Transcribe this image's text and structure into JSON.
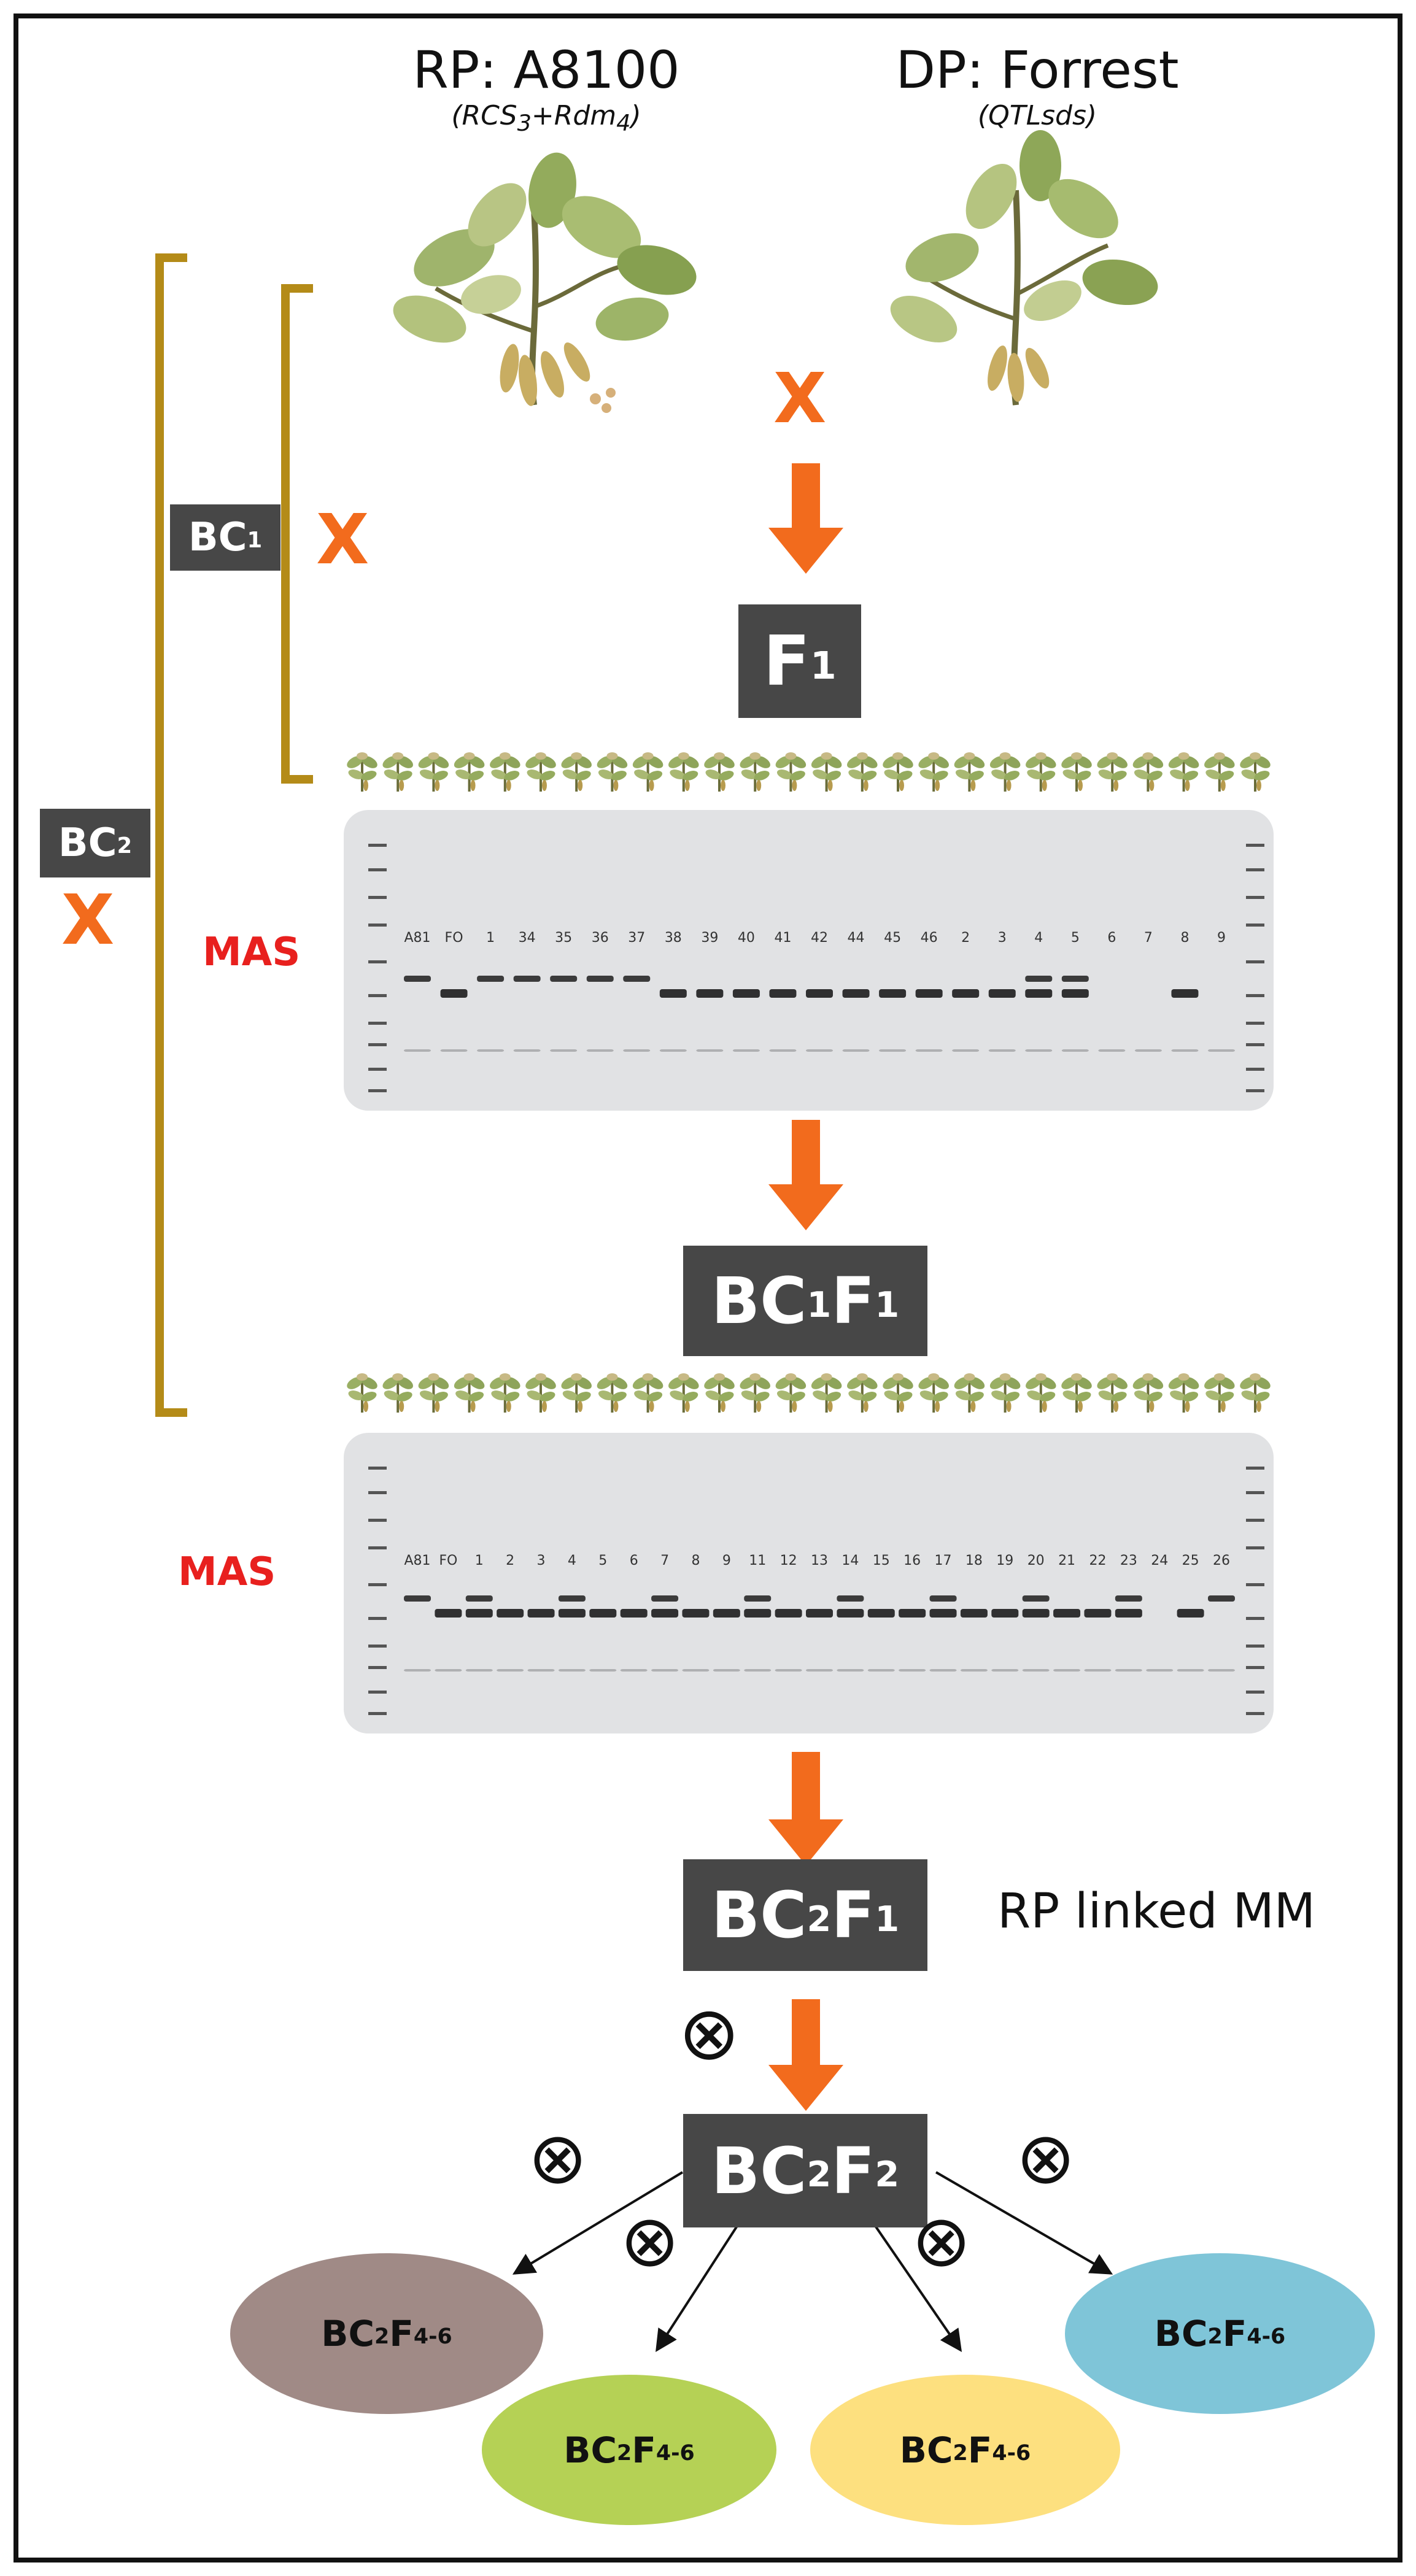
{
  "parents": {
    "rp": {
      "title": "RP: A8100",
      "genes_html": "(RCS<sub>3</sub>+Rdm<sub>4</sub>)"
    },
    "dp": {
      "title": "DP: Forrest",
      "genes_text": "(QTLsds)"
    }
  },
  "cross_symbol": "X",
  "mas_label": "MAS",
  "brackets": {
    "bc1": {
      "base": "BC",
      "sub": "1"
    },
    "bc2": {
      "base": "BC",
      "sub": "2"
    }
  },
  "generations": {
    "f1": {
      "base": "F",
      "sub": "1"
    },
    "bc1f1": {
      "b1": "BC",
      "s1": "1",
      "b2": "F",
      "s2": "1"
    },
    "bc2f1": {
      "b1": "BC",
      "s1": "2",
      "b2": "F",
      "s2": "1"
    },
    "bc2f2": {
      "b1": "BC",
      "s1": "2",
      "b2": "F",
      "s2": "2"
    }
  },
  "rp_linked_label": "RP linked MM",
  "selfing_symbol": "⊗",
  "lines": [
    {
      "b1": "BC",
      "s1": "2",
      "b2": "F",
      "s2": "4-6",
      "color": "#a08a86"
    },
    {
      "b1": "BC",
      "s1": "2",
      "b2": "F",
      "s2": "4-6",
      "color": "#b5d155"
    },
    {
      "b1": "BC",
      "s1": "2",
      "b2": "F",
      "s2": "4-6",
      "color": "#fde07f"
    },
    {
      "b1": "BC",
      "s1": "2",
      "b2": "F",
      "s2": "4-6",
      "color": "#7fc5d8"
    }
  ],
  "gel1": {
    "lanes": [
      "A81",
      "FO",
      "1",
      "34",
      "35",
      "36",
      "37",
      "38",
      "39",
      "40",
      "41",
      "42",
      "44",
      "45",
      "46",
      "2",
      "3",
      "4",
      "5",
      "6",
      "7",
      "8",
      "9"
    ]
  },
  "gel2": {
    "lanes": [
      "A81",
      "FO",
      "1",
      "2",
      "3",
      "4",
      "5",
      "6",
      "7",
      "8",
      "9",
      "11",
      "12",
      "13",
      "14",
      "15",
      "16",
      "17",
      "18",
      "19",
      "20",
      "21",
      "22",
      "23",
      "24",
      "25",
      "26"
    ]
  },
  "colors": {
    "arrow": "#f26b1d",
    "bracket": "#b48b18",
    "box": "#474747",
    "mas": "#e8201e"
  }
}
